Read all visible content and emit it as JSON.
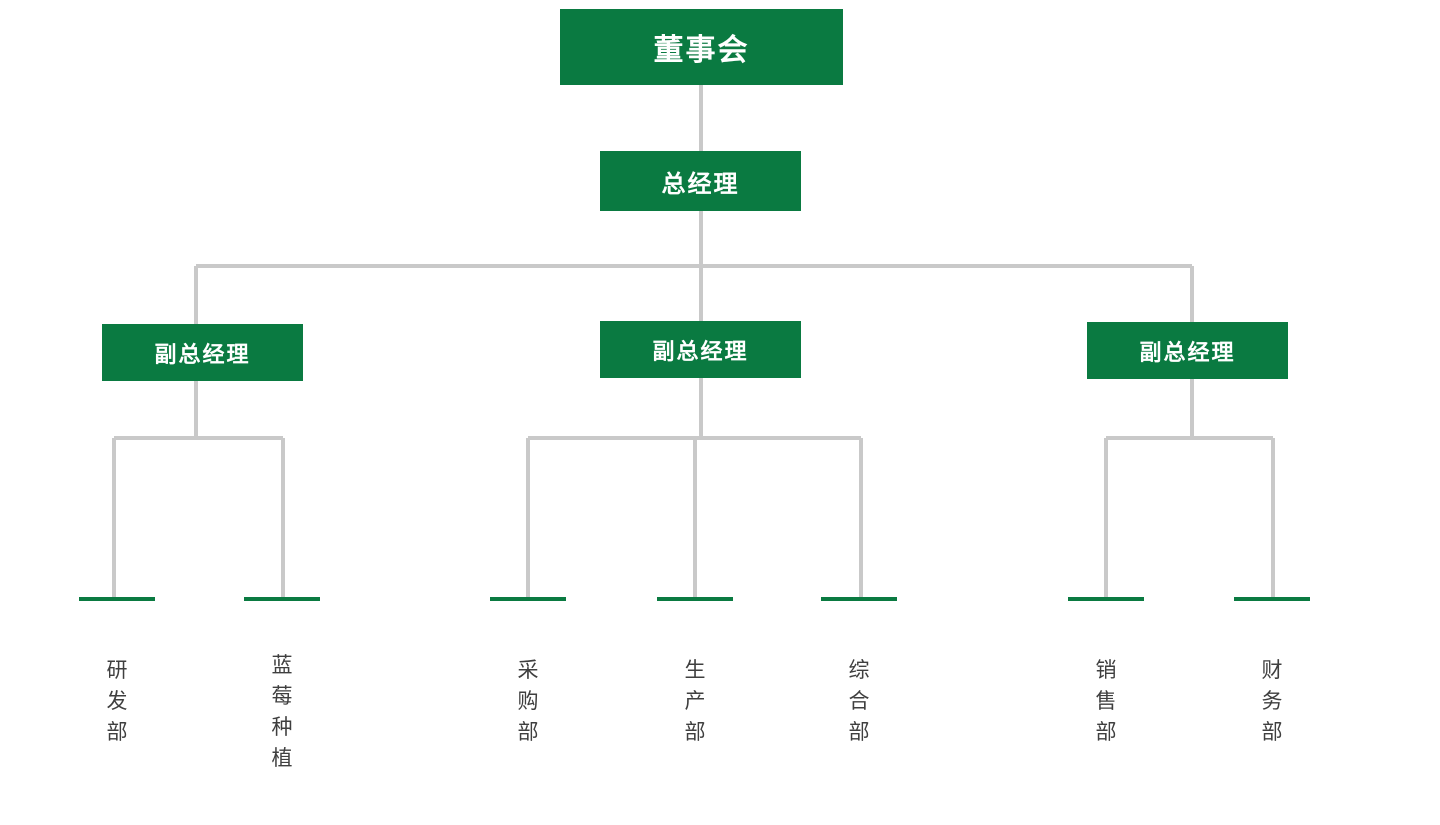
{
  "theme": {
    "box_fill": "#0a7a41",
    "connector_color": "#c9c9c9",
    "leaf_bar_color": "#0a7a41",
    "leaf_text_color": "#3f3f3f",
    "box_text_color": "#ffffff",
    "background": "#ffffff"
  },
  "chart_data": {
    "type": "diagram",
    "diagram_type": "organization-chart",
    "orientation": "top-down",
    "title": "",
    "levels": 4,
    "nodes": [
      {
        "id": "board",
        "label": "董事会",
        "level": 1,
        "parent": null
      },
      {
        "id": "gm",
        "label": "总经理",
        "level": 2,
        "parent": "board"
      },
      {
        "id": "dgm1",
        "label": "副总经理",
        "level": 3,
        "parent": "gm"
      },
      {
        "id": "dgm2",
        "label": "副总经理",
        "level": 3,
        "parent": "gm"
      },
      {
        "id": "dgm3",
        "label": "副总经理",
        "level": 3,
        "parent": "gm"
      },
      {
        "id": "rd",
        "label": "研发部",
        "level": 4,
        "parent": "dgm1"
      },
      {
        "id": "blueberry",
        "label": "蓝莓种植",
        "level": 4,
        "parent": "dgm1"
      },
      {
        "id": "purchase",
        "label": "采购部",
        "level": 4,
        "parent": "dgm2"
      },
      {
        "id": "production",
        "label": "生产部",
        "level": 4,
        "parent": "dgm2"
      },
      {
        "id": "general",
        "label": "综合部",
        "level": 4,
        "parent": "dgm2"
      },
      {
        "id": "sales",
        "label": "销售部",
        "level": 4,
        "parent": "dgm3"
      },
      {
        "id": "finance",
        "label": "财务部",
        "level": 4,
        "parent": "dgm3"
      }
    ]
  },
  "boxes": {
    "board": {
      "label": "董事会"
    },
    "gm": {
      "label": "总经理"
    },
    "dgm1": {
      "label": "副总经理"
    },
    "dgm2": {
      "label": "副总经理"
    },
    "dgm3": {
      "label": "副总经理"
    }
  },
  "leaves": {
    "rd": {
      "label": "研\n发\n部"
    },
    "blueberry": {
      "label": "蓝\n莓\n种\n植"
    },
    "purchase": {
      "label": "采\n购\n部"
    },
    "production": {
      "label": "生\n产\n部"
    },
    "general": {
      "label": "综\n合\n部"
    },
    "sales": {
      "label": "销\n售\n部"
    },
    "finance": {
      "label": "财\n务\n部"
    }
  }
}
